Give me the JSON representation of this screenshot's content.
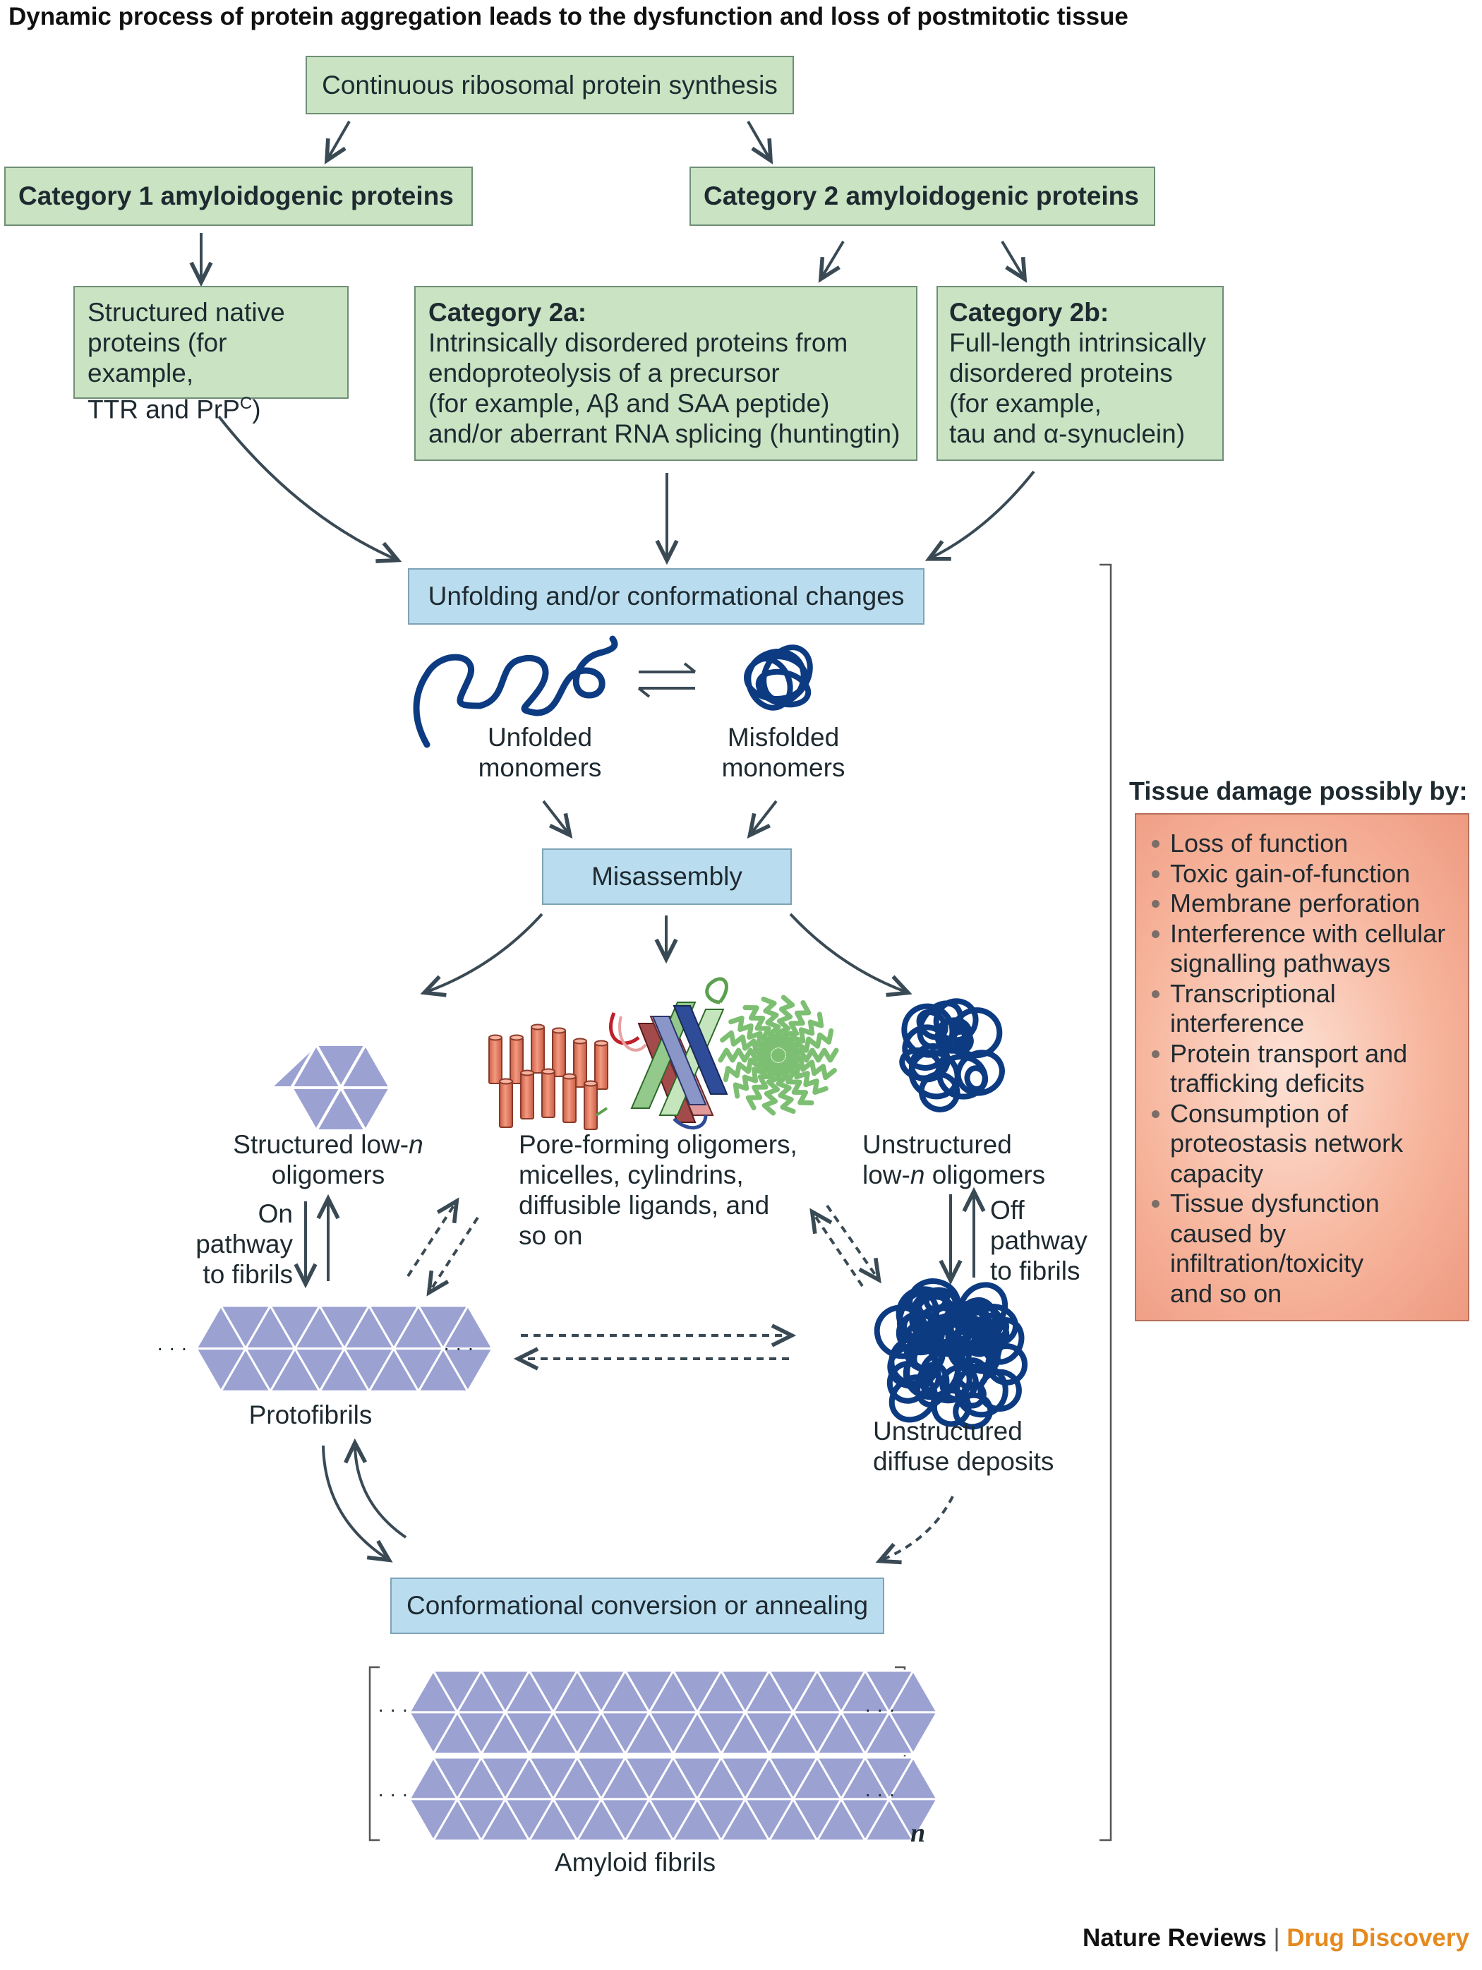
{
  "title": "Dynamic process of protein aggregation leads to the dysfunction and loss of postmitotic tissue",
  "synthesis": "Continuous ribosomal protein synthesis",
  "category1": "Category 1 amyloidogenic proteins",
  "category2": "Category 2 amyloidogenic proteins",
  "native": [
    "Structured native",
    "proteins (for example,",
    "TTR and PrP",
    "C",
    ")"
  ],
  "cat2a": {
    "heading": "Category 2a:",
    "lines": [
      "Intrinsically disordered proteins from",
      "endoproteolysis of a precursor",
      "(for example, Aβ and SAA peptide)",
      "and/or aberrant RNA splicing (huntingtin)"
    ]
  },
  "cat2b": {
    "heading": "Category 2b:",
    "lines": [
      "Full-length intrinsically",
      "disordered proteins",
      "(for example,",
      "tau and α-synuclein)"
    ]
  },
  "unfolding": "Unfolding and/or conformational changes",
  "unfolded": [
    "Unfolded",
    "monomers"
  ],
  "misfolded": [
    "Misfolded",
    "monomers"
  ],
  "misassembly": "Misassembly",
  "structured_oligomers": [
    "Structured low-",
    "n",
    "oligomers"
  ],
  "pore_forming": [
    "Pore-forming oligomers,",
    "micelles, cylindrins,",
    "diffusible ligands, and",
    "so on"
  ],
  "unstructured_oligomers": [
    "Unstructured",
    "low-",
    "n",
    " oligomers"
  ],
  "on_pathway": [
    "On",
    "pathway",
    "to fibrils"
  ],
  "off_pathway": [
    "Off",
    "pathway",
    "to fibrils"
  ],
  "ellipsis": "· · ·",
  "protofibrils": "Protofibrils",
  "diffuse_deposits": [
    "Unstructured",
    "diffuse deposits"
  ],
  "conversion": "Conformational conversion or annealing",
  "amyloid_fibrils": "Amyloid fibrils",
  "n_label": "n",
  "damage": {
    "title": "Tissue damage possibly by:",
    "items": [
      [
        "Loss of function"
      ],
      [
        "Toxic gain-of-function"
      ],
      [
        "Membrane perforation"
      ],
      [
        "Interference with cellular",
        "signalling pathways"
      ],
      [
        "Transcriptional",
        "interference"
      ],
      [
        "Protein transport and",
        "trafficking deficits"
      ],
      [
        "Consumption of",
        "proteostasis network",
        "capacity"
      ],
      [
        "Tissue dysfunction",
        "caused by",
        "infiltration/toxicity",
        "and so on"
      ]
    ]
  },
  "footer": {
    "journal": "Nature Reviews",
    "separator": "|",
    "section": "Drug Discovery"
  },
  "colors": {
    "green_box": "#c9e3c3",
    "blue_box": "#b9dcef",
    "damage_box": "#f2a48a",
    "arrow": "#3a4a55",
    "chain": "#0d3b82",
    "triangle": "#9ba2d2",
    "cylinder": "#e8826a",
    "micelle": "#7dbf72"
  }
}
